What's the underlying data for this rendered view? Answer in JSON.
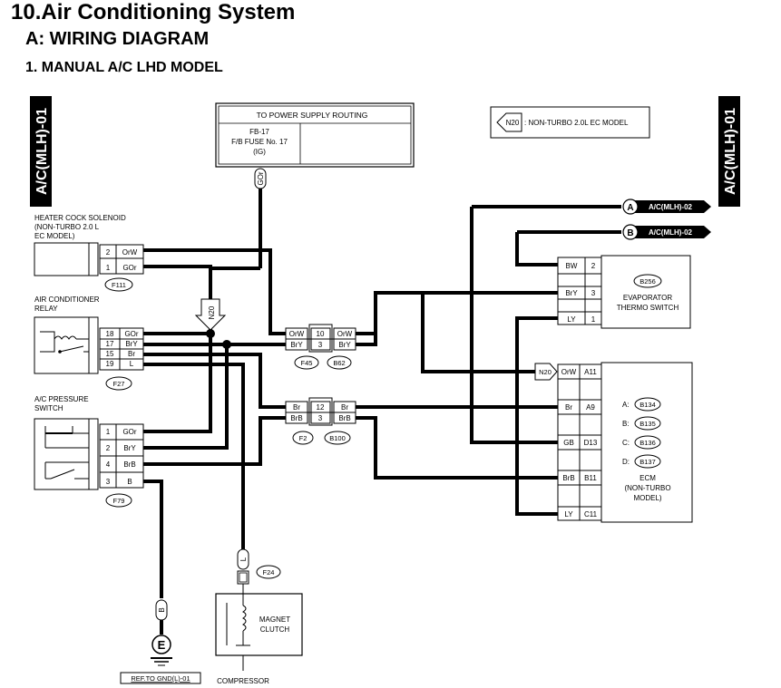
{
  "header": {
    "title": "10.Air Conditioning System",
    "section": "A:  WIRING DIAGRAM",
    "subsection": "1.  MANUAL A/C LHD MODEL"
  },
  "side_tags": {
    "left": "A/C(MLH)-01",
    "right": "A/C(MLH)-01"
  },
  "power_supply": {
    "title": "TO POWER SUPPLY ROUTING",
    "fuse_line1": "FB-17",
    "fuse_line2": "F/B FUSE No. 17",
    "fuse_line3": "(IG)",
    "wire": "GOr"
  },
  "legend": {
    "code": "N20",
    "text": ": NON-TURBO 2.0L EC MODEL"
  },
  "references": {
    "ref_a": {
      "letter": "A",
      "label": "A/C(MLH)-02"
    },
    "ref_b": {
      "letter": "B",
      "label": "A/C(MLH)-02"
    },
    "gnd": "REF.TO GND(L)-01"
  },
  "heater_cock": {
    "line1": "HEATER COCK SOLENOID",
    "line2": "(NON-TURBO 2.0 L",
    "line3": "EC MODEL)",
    "connector": "F111",
    "pins": [
      {
        "num": "2",
        "wire": "OrW"
      },
      {
        "num": "1",
        "wire": "GOr"
      }
    ]
  },
  "ac_relay": {
    "line1": "AIR CONDITIONER",
    "line2": "RELAY",
    "connector": "F27",
    "pins": [
      {
        "num": "18",
        "wire": "GOr"
      },
      {
        "num": "17",
        "wire": "BrY"
      },
      {
        "num": "15",
        "wire": "Br"
      },
      {
        "num": "19",
        "wire": "L"
      }
    ]
  },
  "pressure_switch": {
    "line1": "A/C PRESSURE",
    "line2": "SWITCH",
    "connector": "F79",
    "pins": [
      {
        "num": "1",
        "wire": "GOr"
      },
      {
        "num": "2",
        "wire": "BrY"
      },
      {
        "num": "4",
        "wire": "BrB"
      },
      {
        "num": "3",
        "wire": "B"
      }
    ]
  },
  "mid_connector_1": {
    "left": "F45",
    "right": "B62",
    "rows": [
      {
        "lw": "OrW",
        "num": "10",
        "rw": "OrW"
      },
      {
        "lw": "BrY",
        "num": "3",
        "rw": "BrY"
      }
    ]
  },
  "mid_connector_2": {
    "left": "F2",
    "right": "B100",
    "rows": [
      {
        "lw": "Br",
        "num": "12",
        "rw": "Br"
      },
      {
        "lw": "BrB",
        "num": "3",
        "rw": "BrB"
      }
    ]
  },
  "n20_marker": "N20",
  "evap_switch": {
    "connector": "B256",
    "line1": "EVAPORATOR",
    "line2": "THERMO SWITCH",
    "pins": [
      {
        "num": "2",
        "wire": "BW"
      },
      {
        "num": "3",
        "wire": "BrY"
      },
      {
        "num": "1",
        "wire": "LY"
      }
    ]
  },
  "ecm": {
    "line1": "ECM",
    "line2": "(NON-TURBO",
    "line3": "MODEL)",
    "connectors": [
      {
        "key": "A:",
        "code": "B134"
      },
      {
        "key": "B:",
        "code": "B135"
      },
      {
        "key": "C:",
        "code": "B136"
      },
      {
        "key": "D:",
        "code": "B137"
      }
    ],
    "pins": [
      {
        "num": "A11",
        "wire": "OrW",
        "tag": "N20"
      },
      {
        "num": "A9",
        "wire": "Br"
      },
      {
        "num": "D13",
        "wire": "GB"
      },
      {
        "num": "B11",
        "wire": "BrB"
      },
      {
        "num": "C11",
        "wire": "LY"
      }
    ]
  },
  "magnet_clutch": {
    "connector": "F24",
    "wire": "L",
    "line1": "MAGNET",
    "line2": "CLUTCH",
    "caption": "COMPRESSOR"
  },
  "ground": {
    "wire": "B",
    "symbol": "E"
  }
}
